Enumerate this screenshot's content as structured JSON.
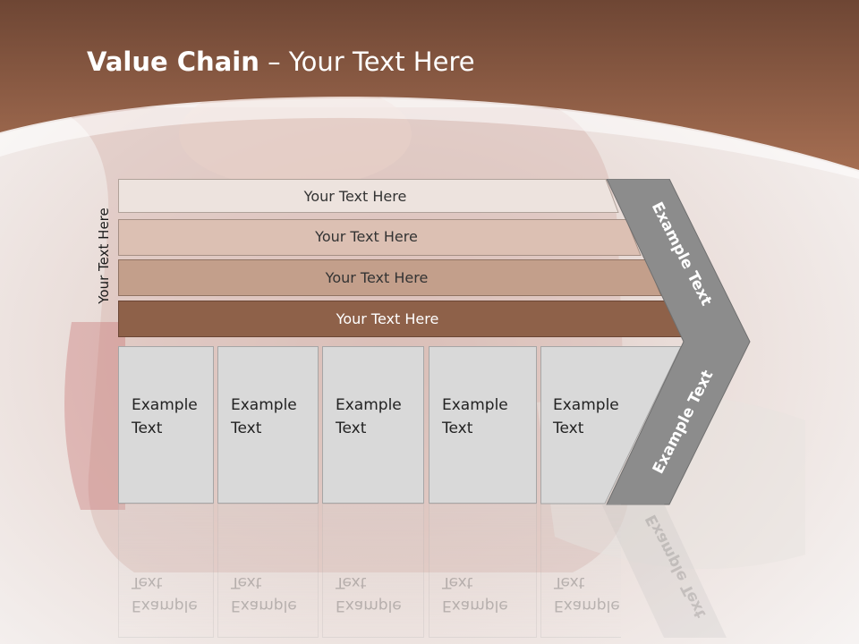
{
  "slide": {
    "title_bold": "Value Chain",
    "title_rest": " – Your Text Here",
    "side_label": "Your Text Here"
  },
  "support_rows": [
    {
      "label": "Your Text Here",
      "fill": "#ede3de",
      "text_color": "#333333"
    },
    {
      "label": "Your Text Here",
      "fill": "#dcc0b3",
      "text_color": "#333333"
    },
    {
      "label": "Your Text Here",
      "fill": "#c39f8b",
      "text_color": "#333333"
    },
    {
      "label": "Your Text Here",
      "fill": "#8e6149",
      "text_color": "#ffffff"
    }
  ],
  "primary_activities": [
    {
      "label": "Example Text"
    },
    {
      "label": "Example Text"
    },
    {
      "label": "Example Text"
    },
    {
      "label": "Example Text"
    },
    {
      "label": "Example Text"
    }
  ],
  "margin_chevron": {
    "upper_label": "Example Text",
    "lower_label": "Example Text",
    "fill": "#8c8c8c"
  },
  "colors": {
    "header_brown": "#8a5a42",
    "box_gray": "#d9d9d9"
  }
}
